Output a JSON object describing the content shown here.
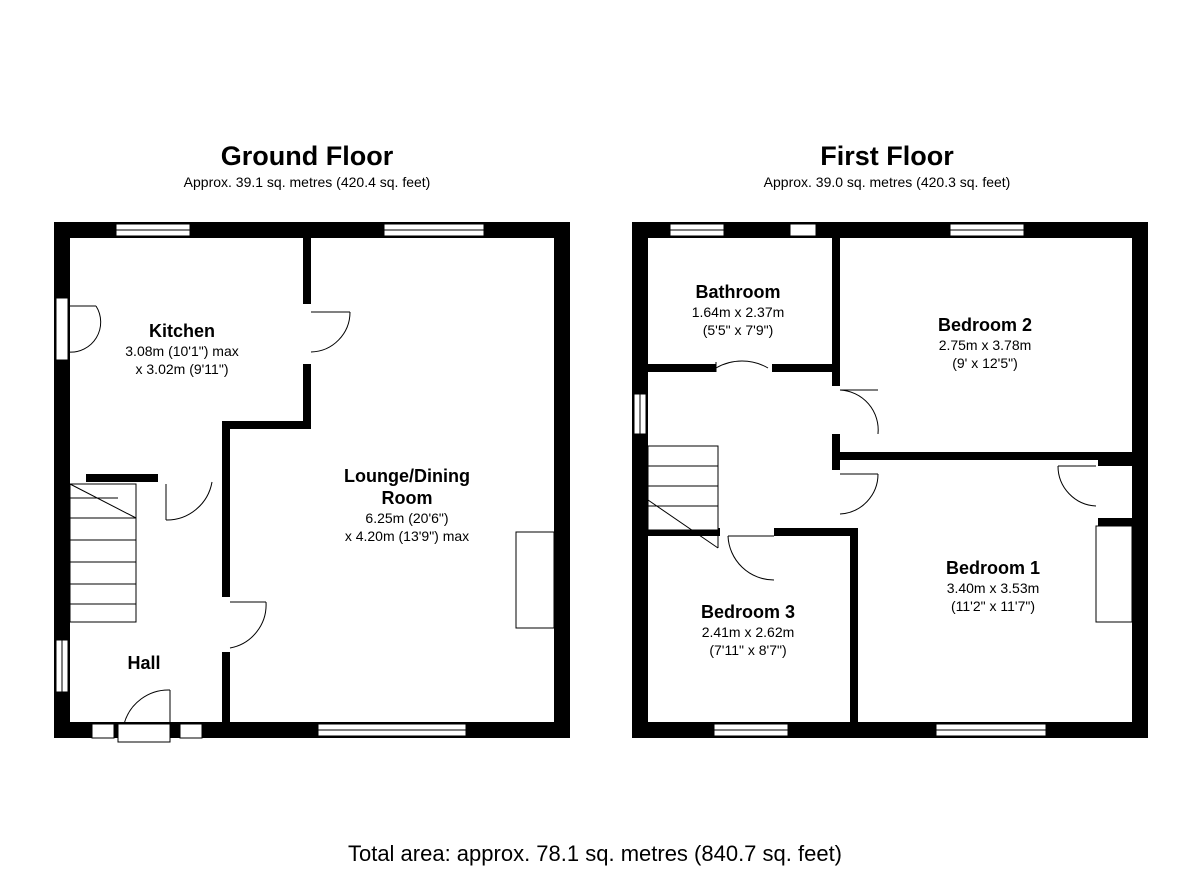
{
  "ground_floor": {
    "title": "Ground Floor",
    "area": "Approx. 39.1 sq. metres (420.4 sq. feet)",
    "rooms": [
      {
        "name": "Kitchen",
        "dim1": "3.08m (10'1\") max",
        "dim2": "x 3.02m (9'11\")"
      },
      {
        "name": "Lounge/Dining",
        "name2": "Room",
        "dim1": "6.25m (20'6\")",
        "dim2": "x 4.20m (13'9\") max"
      },
      {
        "name": "Hall"
      }
    ]
  },
  "first_floor": {
    "title": "First Floor",
    "area": "Approx. 39.0 sq. metres (420.3 sq. feet)",
    "rooms": [
      {
        "name": "Bathroom",
        "dim1": "1.64m x 2.37m",
        "dim2": "(5'5\" x 7'9\")"
      },
      {
        "name": "Bedroom 2",
        "dim1": "2.75m x 3.78m",
        "dim2": "(9' x 12'5\")"
      },
      {
        "name": "Bedroom 1",
        "dim1": "3.40m x 3.53m",
        "dim2": "(11'2\" x 11'7\")"
      },
      {
        "name": "Bedroom 3",
        "dim1": "2.41m x 2.62m",
        "dim2": "(7'11\" x 8'7\")"
      }
    ]
  },
  "total_area": "Total area: approx. 78.1 sq. metres (840.7 sq. feet)"
}
